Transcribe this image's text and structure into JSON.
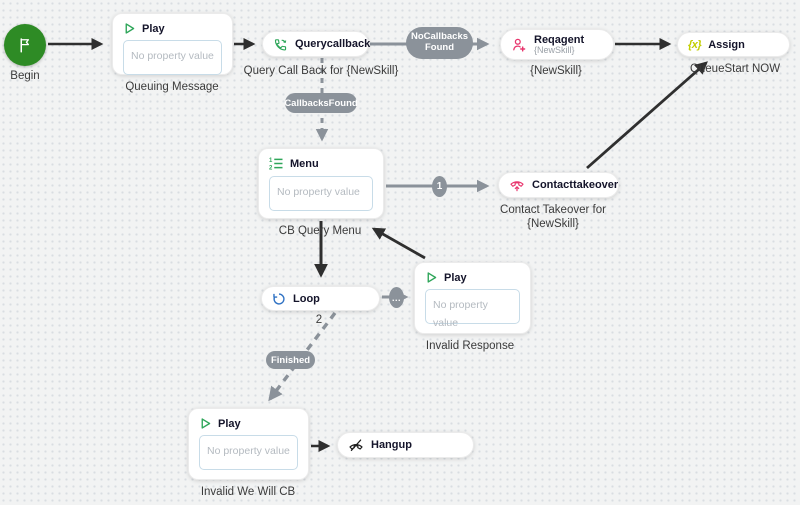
{
  "colors": {
    "begin_green": "#2e8b25",
    "node_green": "#2fa65a",
    "pink": "#e8356d",
    "assign_yellow": "#c2ce00",
    "loop_blue": "#3173c4",
    "connector_gray": "#8b929a",
    "connector_dark": "#2f2f2f"
  },
  "nodes": {
    "begin": {
      "caption": "Begin"
    },
    "queuing_play": {
      "title": "Play",
      "property_placeholder": "No property value",
      "caption": "Queuing Message"
    },
    "querycallback": {
      "title": "Querycallback",
      "caption": "Query Call Back for {NewSkill}"
    },
    "reqagent": {
      "title": "Reqagent",
      "subtitle": "{NewSkill}",
      "caption": "{NewSkill}"
    },
    "assign": {
      "title": "Assign",
      "icon_label": "{x}",
      "caption": "QueueStart NOW"
    },
    "menu": {
      "title": "Menu",
      "property_placeholder": "No property value",
      "caption": "CB Query Menu"
    },
    "contacttakeover": {
      "title": "Contacttakeover",
      "caption": "Contact Takeover for {NewSkill}"
    },
    "loop": {
      "title": "Loop",
      "caption": "2"
    },
    "invalid_response_play": {
      "title": "Play",
      "property_placeholder": "No property value",
      "caption": "Invalid Response"
    },
    "invalid_cb_play": {
      "title": "Play",
      "property_placeholder": "No property value",
      "caption": "Invalid We Will CB"
    },
    "hangup": {
      "title": "Hangup"
    }
  },
  "branches": {
    "no_callbacks_found": "NoCallbacksFound",
    "callbacks_found": "CallbacksFound",
    "menu_option_1": "1",
    "loop_next": "...",
    "finished": "Finished"
  }
}
